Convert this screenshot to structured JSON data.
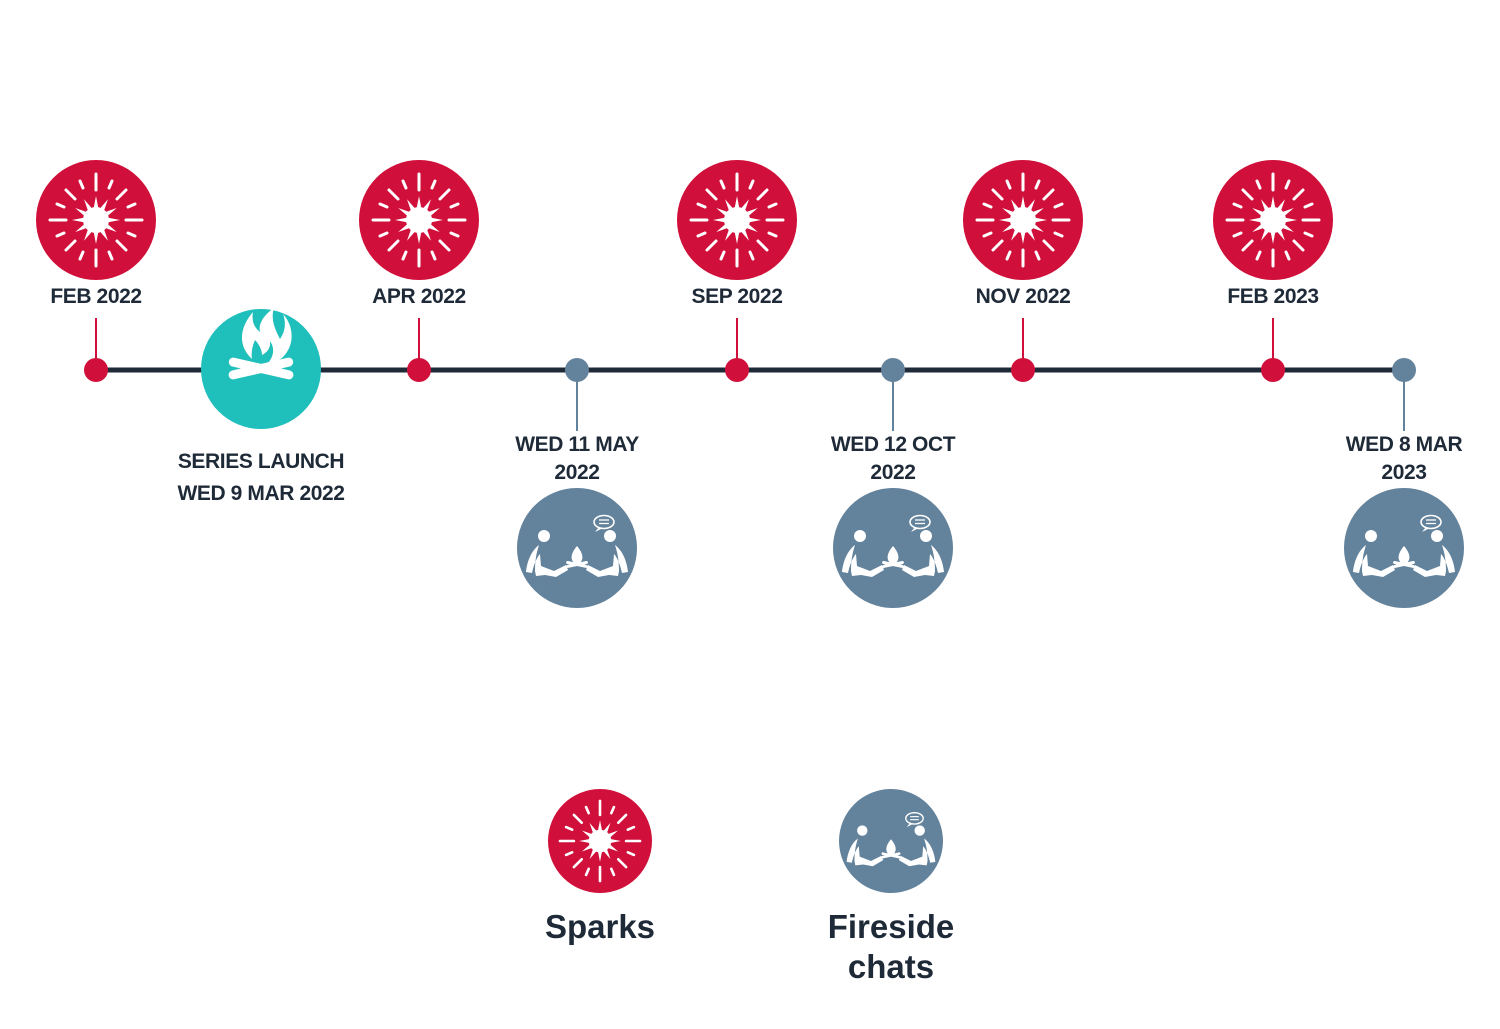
{
  "colors": {
    "spark": "#d0103a",
    "fireside": "#63829c",
    "launch": "#1fbfbb",
    "line": "#1f2a38",
    "text": "#1f2a38"
  },
  "events": {
    "feb2022": {
      "label": "FEB 2022",
      "type": "spark",
      "icon": "sparkle-icon"
    },
    "launch": {
      "line1": "SERIES LAUNCH",
      "line2": "WED 9 MAR 2022",
      "type": "launch",
      "icon": "campfire-icon"
    },
    "apr2022": {
      "label": "APR 2022",
      "type": "spark",
      "icon": "sparkle-icon"
    },
    "may2022": {
      "line1": "WED 11 MAY",
      "line2": "2022",
      "type": "fireside",
      "icon": "fireside-chat-icon"
    },
    "sep2022": {
      "label": "SEP 2022",
      "type": "spark",
      "icon": "sparkle-icon"
    },
    "oct2022": {
      "line1": "WED 12 OCT",
      "line2": "2022",
      "type": "fireside",
      "icon": "fireside-chat-icon"
    },
    "nov2022": {
      "label": "NOV 2022",
      "type": "spark",
      "icon": "sparkle-icon"
    },
    "feb2023": {
      "label": "FEB 2023",
      "type": "spark",
      "icon": "sparkle-icon"
    },
    "mar2023": {
      "line1": "WED 8 MAR",
      "line2": "2023",
      "type": "fireside",
      "icon": "fireside-chat-icon"
    }
  },
  "legend": {
    "sparks": {
      "label": "Sparks",
      "icon": "sparkle-icon"
    },
    "fireside": {
      "line1": "Fireside",
      "line2": "chats",
      "icon": "fireside-chat-icon"
    }
  }
}
